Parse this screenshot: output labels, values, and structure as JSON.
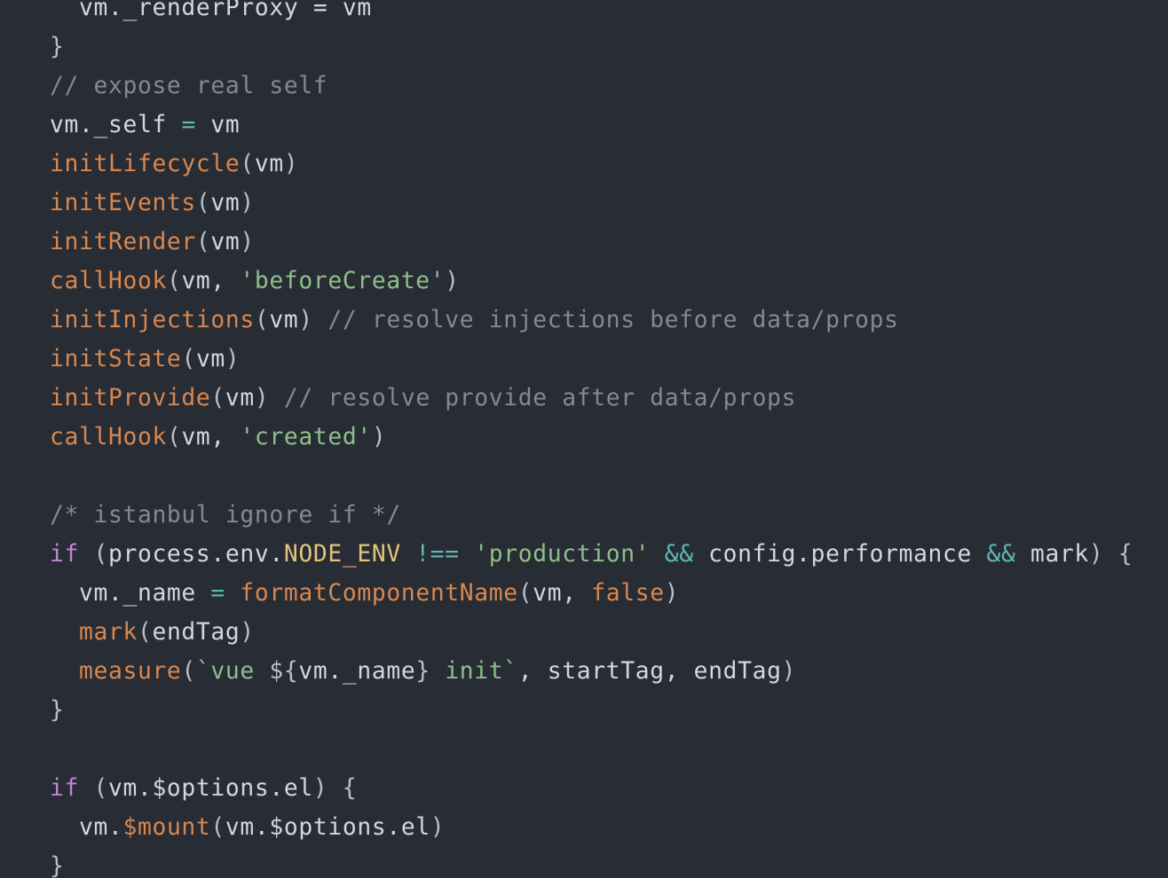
{
  "editor": {
    "theme_colors": {
      "background": "#282c34",
      "plain": "#d4d7dd",
      "function": "#d9874f",
      "string": "#8fbf8b",
      "comment": "#838892",
      "operator": "#5fb6b6",
      "keyword": "#c285d4",
      "constant": "#e3c47a"
    },
    "lines": [
      [
        {
          "t": "  vm._renderProxy = vm",
          "c": "pl"
        }
      ],
      [
        {
          "t": "}",
          "c": "pu"
        }
      ],
      [
        {
          "t": "// expose real self",
          "c": "cm"
        }
      ],
      [
        {
          "t": "vm._self ",
          "c": "pl"
        },
        {
          "t": "=",
          "c": "op"
        },
        {
          "t": " vm",
          "c": "pl"
        }
      ],
      [
        {
          "t": "initLifecycle",
          "c": "fn"
        },
        {
          "t": "(",
          "c": "pu"
        },
        {
          "t": "vm",
          "c": "pl"
        },
        {
          "t": ")",
          "c": "pu"
        }
      ],
      [
        {
          "t": "initEvents",
          "c": "fn"
        },
        {
          "t": "(",
          "c": "pu"
        },
        {
          "t": "vm",
          "c": "pl"
        },
        {
          "t": ")",
          "c": "pu"
        }
      ],
      [
        {
          "t": "initRender",
          "c": "fn"
        },
        {
          "t": "(",
          "c": "pu"
        },
        {
          "t": "vm",
          "c": "pl"
        },
        {
          "t": ")",
          "c": "pu"
        }
      ],
      [
        {
          "t": "callHook",
          "c": "fn"
        },
        {
          "t": "(",
          "c": "pu"
        },
        {
          "t": "vm, ",
          "c": "pl"
        },
        {
          "t": "'beforeCreate'",
          "c": "str"
        },
        {
          "t": ")",
          "c": "pu"
        }
      ],
      [
        {
          "t": "initInjections",
          "c": "fn"
        },
        {
          "t": "(",
          "c": "pu"
        },
        {
          "t": "vm",
          "c": "pl"
        },
        {
          "t": ")",
          "c": "pu"
        },
        {
          "t": " // resolve injections before data/props",
          "c": "cm"
        }
      ],
      [
        {
          "t": "initState",
          "c": "fn"
        },
        {
          "t": "(",
          "c": "pu"
        },
        {
          "t": "vm",
          "c": "pl"
        },
        {
          "t": ")",
          "c": "pu"
        }
      ],
      [
        {
          "t": "initProvide",
          "c": "fn"
        },
        {
          "t": "(",
          "c": "pu"
        },
        {
          "t": "vm",
          "c": "pl"
        },
        {
          "t": ")",
          "c": "pu"
        },
        {
          "t": " // resolve provide after data/props",
          "c": "cm"
        }
      ],
      [
        {
          "t": "callHook",
          "c": "fn"
        },
        {
          "t": "(",
          "c": "pu"
        },
        {
          "t": "vm, ",
          "c": "pl"
        },
        {
          "t": "'created'",
          "c": "str"
        },
        {
          "t": ")",
          "c": "pu"
        }
      ],
      [
        {
          "t": "",
          "c": "pl"
        }
      ],
      [
        {
          "t": "/* istanbul ignore if */",
          "c": "cm"
        }
      ],
      [
        {
          "t": "if",
          "c": "kw"
        },
        {
          "t": " (",
          "c": "pu"
        },
        {
          "t": "process.env.",
          "c": "pl"
        },
        {
          "t": "NODE_ENV",
          "c": "const"
        },
        {
          "t": " ",
          "c": "pl"
        },
        {
          "t": "!==",
          "c": "op"
        },
        {
          "t": " ",
          "c": "pl"
        },
        {
          "t": "'production'",
          "c": "str"
        },
        {
          "t": " ",
          "c": "pl"
        },
        {
          "t": "&&",
          "c": "op"
        },
        {
          "t": " config.performance ",
          "c": "pl"
        },
        {
          "t": "&&",
          "c": "op"
        },
        {
          "t": " mark",
          "c": "pl"
        },
        {
          "t": ") {",
          "c": "pu"
        }
      ],
      [
        {
          "t": "  vm._name ",
          "c": "pl"
        },
        {
          "t": "=",
          "c": "op"
        },
        {
          "t": " ",
          "c": "pl"
        },
        {
          "t": "formatComponentName",
          "c": "fn"
        },
        {
          "t": "(",
          "c": "pu"
        },
        {
          "t": "vm, ",
          "c": "pl"
        },
        {
          "t": "false",
          "c": "num"
        },
        {
          "t": ")",
          "c": "pu"
        }
      ],
      [
        {
          "t": "  ",
          "c": "pl"
        },
        {
          "t": "mark",
          "c": "fn"
        },
        {
          "t": "(",
          "c": "pu"
        },
        {
          "t": "endTag",
          "c": "pl"
        },
        {
          "t": ")",
          "c": "pu"
        }
      ],
      [
        {
          "t": "  ",
          "c": "pl"
        },
        {
          "t": "measure",
          "c": "fn"
        },
        {
          "t": "(",
          "c": "pu"
        },
        {
          "t": "`vue ",
          "c": "str"
        },
        {
          "t": "${",
          "c": "pu"
        },
        {
          "t": "vm._name",
          "c": "pl"
        },
        {
          "t": "}",
          "c": "pu"
        },
        {
          "t": " init`",
          "c": "str"
        },
        {
          "t": ", startTag, endTag",
          "c": "pl"
        },
        {
          "t": ")",
          "c": "pu"
        }
      ],
      [
        {
          "t": "}",
          "c": "pu"
        }
      ],
      [
        {
          "t": "",
          "c": "pl"
        }
      ],
      [
        {
          "t": "if",
          "c": "kw"
        },
        {
          "t": " (",
          "c": "pu"
        },
        {
          "t": "vm.$options.el",
          "c": "pl"
        },
        {
          "t": ") {",
          "c": "pu"
        }
      ],
      [
        {
          "t": "  vm.",
          "c": "pl"
        },
        {
          "t": "$mount",
          "c": "fn"
        },
        {
          "t": "(",
          "c": "pu"
        },
        {
          "t": "vm.$options.el",
          "c": "pl"
        },
        {
          "t": ")",
          "c": "pu"
        }
      ],
      [
        {
          "t": "}",
          "c": "pu"
        }
      ]
    ]
  }
}
